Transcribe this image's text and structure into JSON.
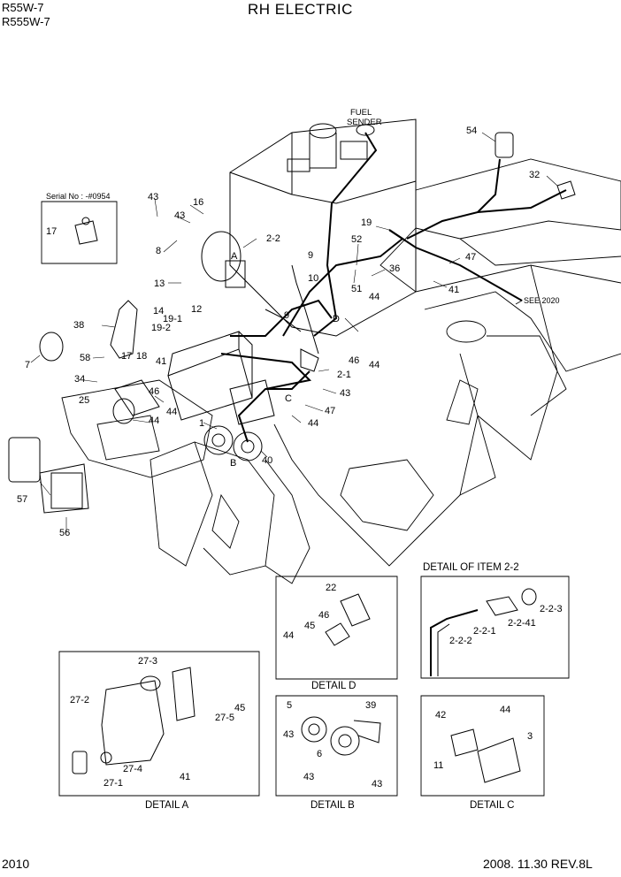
{
  "header": {
    "model_1": "R55W-7",
    "model_2": "R555W-7",
    "title": "RH ELECTRIC"
  },
  "footer": {
    "page_number": "2010",
    "revision": "2008. 11.30  REV.8L"
  },
  "main": {
    "serial_note": "Serial No : -#0954",
    "fuel_sender_1": "FUEL",
    "fuel_sender_2": "SENDER",
    "see_ref": "SEE 2020",
    "detail_letters": [
      "A",
      "B",
      "C",
      "D"
    ],
    "part_labels": [
      "54",
      "32",
      "19",
      "52",
      "47",
      "36",
      "51",
      "41",
      "44",
      "9",
      "10",
      "9",
      "46",
      "44",
      "2-1",
      "43",
      "47",
      "44",
      "C",
      "D",
      "16",
      "43",
      "43",
      "2-2",
      "8",
      "A",
      "13",
      "14",
      "12",
      "19-1",
      "19-2",
      "38",
      "7",
      "58",
      "17",
      "18",
      "41",
      "34",
      "46",
      "25",
      "44",
      "44",
      "1",
      "B",
      "40",
      "57",
      "56",
      "17"
    ]
  },
  "details": {
    "item22_title": "DETAIL OF ITEM 2-2",
    "item22_labels": [
      "2-2-3",
      "2-2-1",
      "2-2-41",
      "2-2-2"
    ],
    "d_caption": "DETAIL D",
    "d_labels": [
      "22",
      "46",
      "45",
      "44"
    ],
    "a_caption": "DETAIL A",
    "a_labels": [
      "27-3",
      "27-2",
      "45",
      "27-5",
      "27-4",
      "27-1",
      "41"
    ],
    "b_caption": "DETAIL B",
    "b_labels": [
      "5",
      "39",
      "43",
      "6",
      "43",
      "43"
    ],
    "c_caption": "DETAIL C",
    "c_labels": [
      "42",
      "44",
      "3",
      "11"
    ]
  },
  "colors": {
    "ink": "#000000",
    "paper": "#ffffff",
    "shade": "#b0b0b0"
  }
}
